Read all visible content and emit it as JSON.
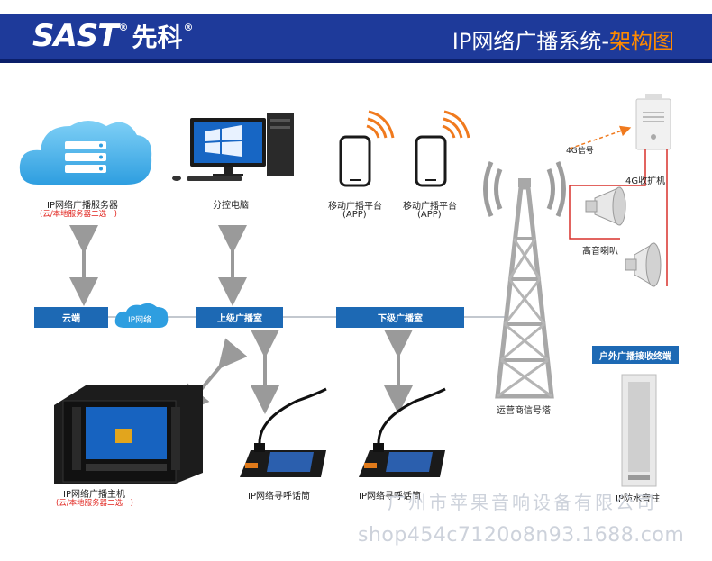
{
  "header": {
    "logo_sast": "SAST",
    "logo_reg": "®",
    "logo_cn": "先科",
    "logo_reg2": "®",
    "title_main": "IP网络广播系统-",
    "title_highlight": "架构图"
  },
  "nodes": {
    "server_label": "IP网络广播服务器",
    "server_note": "(云/本地服务器二选一)",
    "pc_label": "分控电脑",
    "app1_label": "移动广播平台",
    "app1_sub": "(APP)",
    "app2_label": "移动广播平台",
    "app2_sub": "(APP)",
    "signal_4g": "4G信号",
    "amp_4g": "4G收扩机",
    "horn_label": "高音喇叭",
    "tower_label": "运营商信号塔",
    "outdoor_terminal": "户外广播接收终端",
    "column_label": "IP防水音柱",
    "host_label": "IP网络广播主机",
    "host_note": "(云/本地服务器二选一)",
    "mic1_label": "IP网络寻呼话筒",
    "mic2_label": "IP网络寻呼话筒"
  },
  "bar": {
    "cloud": "云端",
    "ipnet": "IP网络",
    "upper_room": "上级广播室",
    "lower_room": "下级广播室"
  },
  "watermark": {
    "company": "广州市苹果音响设备有限公司",
    "shop": "shop454c7120o8n93.1688.com"
  },
  "colors": {
    "header_bg": "#1e3a9a",
    "accent_orange": "#ff8a00",
    "box_blue": "#1d69b4",
    "note_red": "#e0201a"
  }
}
